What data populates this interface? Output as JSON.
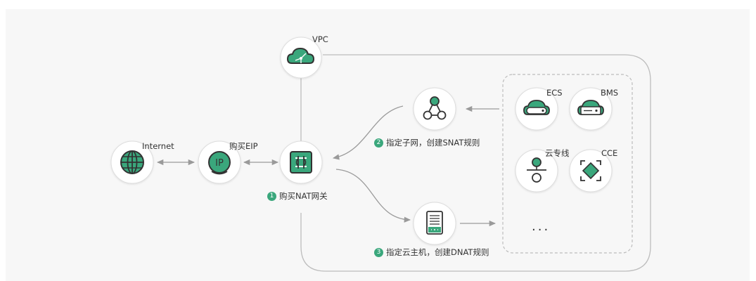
{
  "colors": {
    "accent": "#3aa77c",
    "icon_dark": "#333333",
    "node_border": "#dddddd",
    "line": "#b8b8b8",
    "arrow": "#9a9a9a",
    "panel_bg": "#f7f7f7"
  },
  "nodes": {
    "internet": {
      "label": "Internet",
      "icon": "globe-icon"
    },
    "eip": {
      "label": "购买EIP",
      "icon": "ip-icon"
    },
    "nat": {
      "label": "购买NAT网关",
      "icon": "nat-gateway-icon"
    },
    "vpc": {
      "label": "VPC",
      "icon": "cloud-vpc-icon"
    },
    "subnet": {
      "label": "指定子网，创建SNAT规则",
      "icon": "subnet-icon"
    },
    "host": {
      "label": "指定云主机，创建DNAT规则",
      "icon": "server-icon"
    },
    "ecs": {
      "label": "ECS",
      "icon": "cloud-server-icon"
    },
    "bms": {
      "label": "BMS",
      "icon": "cloud-server-icon"
    },
    "dc": {
      "label": "云专线",
      "icon": "direct-connect-icon"
    },
    "cce": {
      "label": "CCE",
      "icon": "cce-icon"
    }
  },
  "steps": {
    "nat": "1",
    "subnet": "2",
    "host": "3"
  },
  "more_indicator": "···"
}
